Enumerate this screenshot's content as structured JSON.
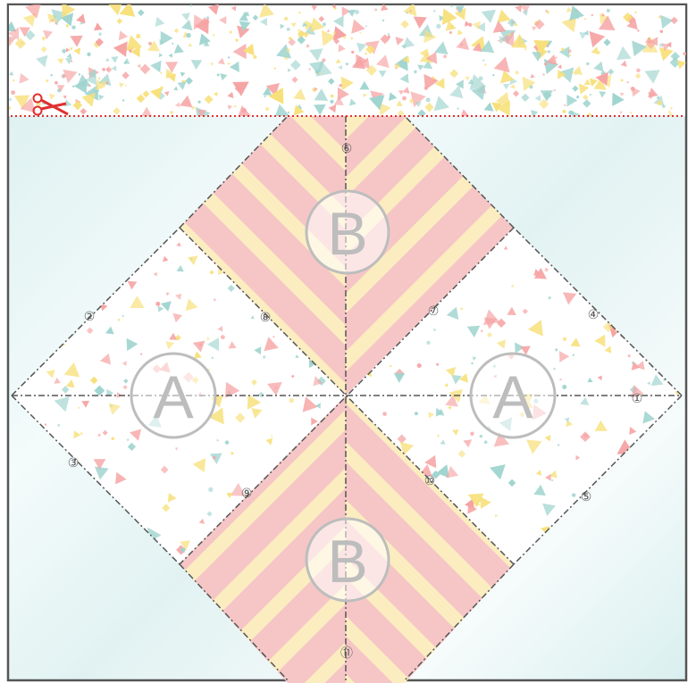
{
  "sheet": {
    "colors": {
      "frame": "#555555",
      "background_teal": "#e3f3f3",
      "stripe_pink": "#f6c6c6",
      "stripe_yellow": "#fbedc0",
      "cut_line": "#e03030",
      "fold_line": "#555555",
      "confetti": [
        "#9fd4cf",
        "#f6a3a3",
        "#f7e07a"
      ]
    },
    "cut_strip": {
      "icon": "scissors-icon"
    },
    "panels": {
      "left": {
        "label": "A"
      },
      "right": {
        "label": "A"
      },
      "top": {
        "label": "B"
      },
      "bottom": {
        "label": "B"
      }
    },
    "fold_markers": [
      "①",
      "②",
      "③",
      "④",
      "⑤",
      "⑥",
      "⑦",
      "⑧",
      "⑨",
      "⑩",
      "⑪"
    ]
  }
}
